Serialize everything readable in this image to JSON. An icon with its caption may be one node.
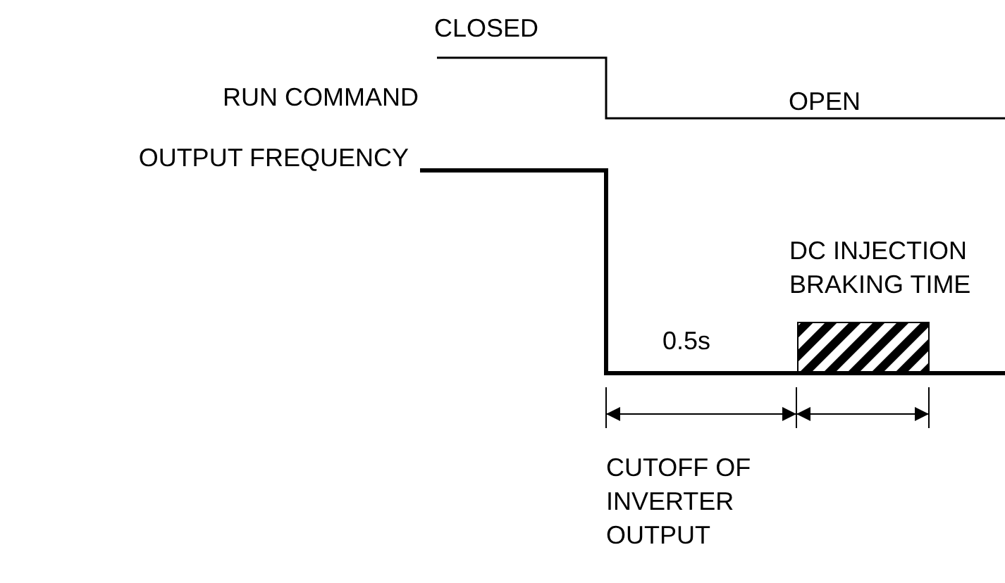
{
  "diagram": {
    "nodes": [
      {
        "text": [],
        "shape": "box",
        "beside": [
          "DC INJECTION BRAKING TIME"
        ]
      }
    ],
    "labels": [
      "CLOSED",
      "RUN COMMAND",
      "OPEN",
      "OUTPUT FREQUENCY",
      "0.5s",
      "CUTOFF OF INVERTER OUTPUT"
    ]
  }
}
